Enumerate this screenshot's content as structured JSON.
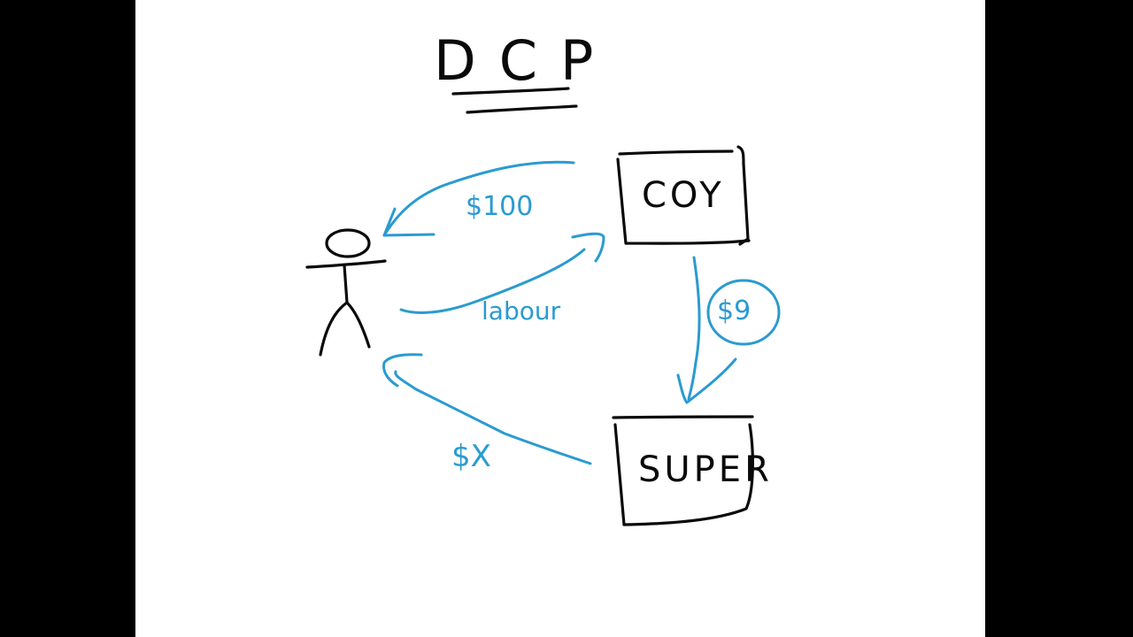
{
  "diagram": {
    "title": "DCP",
    "colors": {
      "ink": "#0a0a0a",
      "arrows": "#2a9bd0",
      "background": "#ffffff",
      "letterbox": "#000000"
    },
    "nodes": [
      {
        "id": "person",
        "label": "",
        "shape": "stick-figure"
      },
      {
        "id": "coy",
        "label": "COY",
        "shape": "box"
      },
      {
        "id": "super",
        "label": "SUPER",
        "shape": "box"
      }
    ],
    "edges": [
      {
        "from": "coy",
        "to": "person",
        "label": "$100"
      },
      {
        "from": "person",
        "to": "coy",
        "label": "labour"
      },
      {
        "from": "coy",
        "to": "super",
        "label": "$9",
        "label_circled": true
      },
      {
        "from": "super",
        "to": "person",
        "label": "$X"
      }
    ]
  }
}
